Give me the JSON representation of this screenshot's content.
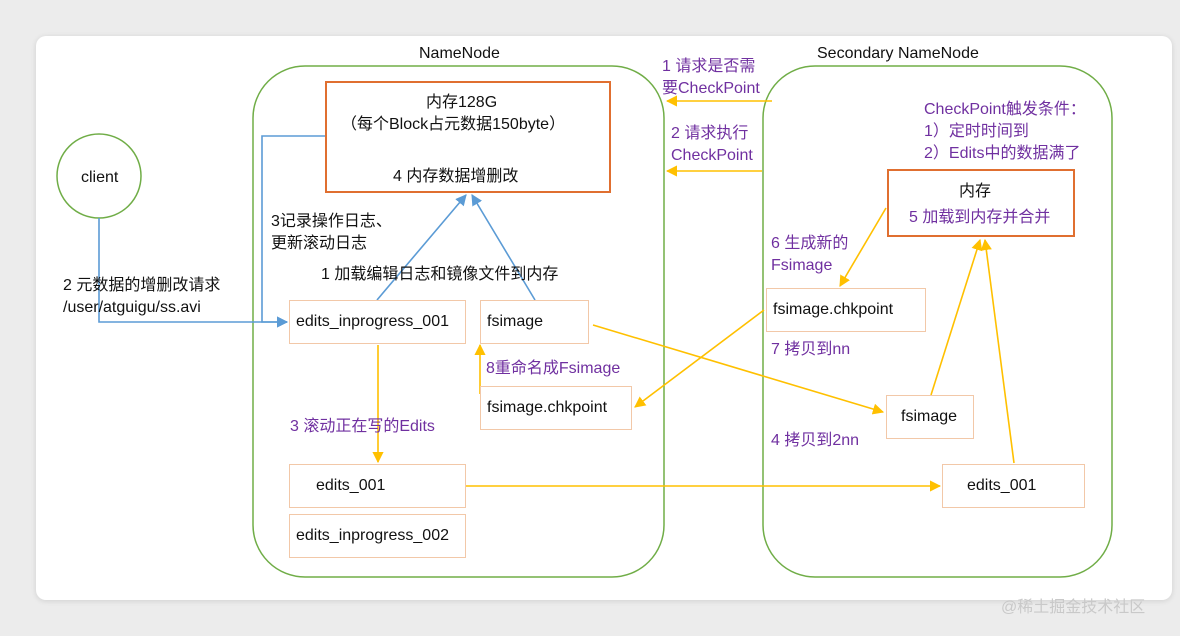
{
  "title_namenode": "NameNode",
  "title_secondary": "Secondary NameNode",
  "client_label": "client",
  "memory_nn": {
    "line1": "内存128G",
    "line2": "（每个Block占元数据150byte）",
    "line3": "4 内存数据增删改"
  },
  "label_client_request_1": "2 元数据的增删改请求",
  "label_client_request_2": "/user/atguigu/ss.avi",
  "label_log_1": "3记录操作日志、",
  "label_log_2": "更新滚动日志",
  "label_load": "1 加载编辑日志和镜像文件到内存",
  "box_edits_inprogress_001": "edits_inprogress_001",
  "box_fsimage_nn": "fsimage",
  "label_rename": "8重命名成Fsimage",
  "box_fsimage_chk_nn": "fsimage.chkpoint",
  "label_roll": "3 滚动正在写的Edits",
  "box_edits_001_nn": "edits_001",
  "box_edits_inprogress_002": "edits_inprogress_002",
  "label_req1_1": "1 请求是否需",
  "label_req1_2": "要CheckPoint",
  "label_req2_1": "2 请求执行",
  "label_req2_2": "CheckPoint",
  "cond_1": "CheckPoint触发条件：",
  "cond_2": "1）定时时间到",
  "cond_3": "2）Edits中的数据满了",
  "memory_2nn": {
    "line1": "内存",
    "line2": "5 加载到内存并合并"
  },
  "label_gen_1": "6 生成新的",
  "label_gen_2": "Fsimage",
  "box_fsimage_chk_2nn": "fsimage.chkpoint",
  "label_copy_nn": "7 拷贝到nn",
  "box_fsimage_2nn": "fsimage",
  "label_copy_2nn": "4 拷贝到2nn",
  "box_edits_001_2nn": "edits_001",
  "watermark": "@稀土掘金技术社区",
  "colors": {
    "blue_arrow": "#5b9bd5",
    "yellow_arrow": "#ffc000",
    "green_outline": "#70ad47",
    "orange_box": "#e06f30",
    "purple_text": "#7030a0"
  }
}
